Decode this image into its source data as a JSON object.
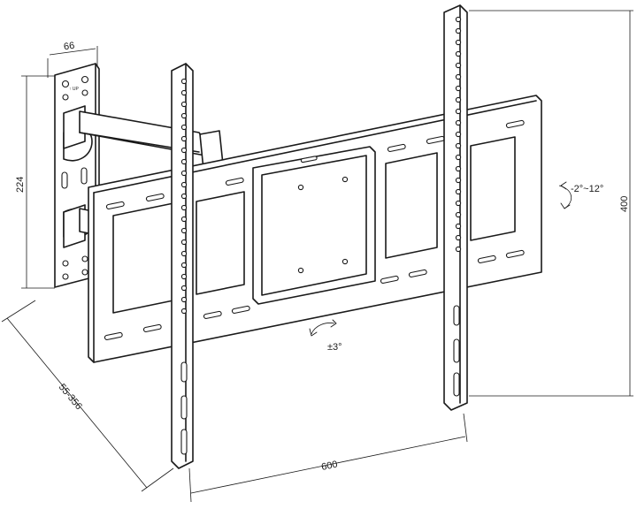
{
  "dimensions": {
    "width_top": "66",
    "height_left": "224",
    "depth": "55-356",
    "width_bottom": "600",
    "height_right": "400"
  },
  "adjustments": {
    "tilt": "-2°~12°",
    "rotate": "±3°"
  },
  "plate_mark": "↑ UP"
}
